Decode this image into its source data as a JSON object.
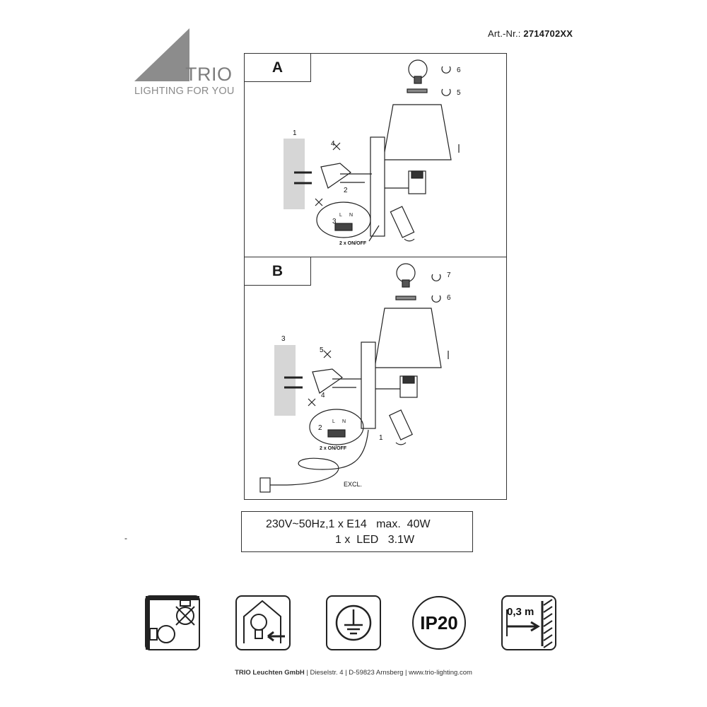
{
  "header": {
    "art_label": "Art.-Nr.:",
    "art_number": "2714702XX"
  },
  "logo": {
    "name": "TRIO",
    "tagline": "LIGHTING FOR YOU"
  },
  "section_a": {
    "label": "A",
    "callouts": [
      "1",
      "2",
      "3",
      "4",
      "5",
      "6"
    ],
    "wiring_label": "2 x ON/OFF",
    "terminal_l": "L",
    "terminal_n": "N"
  },
  "section_b": {
    "label": "B",
    "callouts": [
      "1",
      "2",
      "3",
      "4",
      "5",
      "6",
      "7"
    ],
    "wiring_label": "2 x ON/OFF",
    "terminal_l": "L",
    "terminal_n": "N",
    "excl_label": "EXCL."
  },
  "specs": {
    "line1": "230V~50Hz,1 x E14   max.  40W",
    "line2": "1 x  LED   3.1W",
    "stray_mark": "-"
  },
  "symbols": {
    "ip_rating": "IP20",
    "distance": "0,3 m",
    "icon_names": [
      "no-ceiling-mount-icon",
      "replaceable-bulb-icon",
      "protective-earth-icon",
      "ip20-icon",
      "min-distance-icon"
    ]
  },
  "footer": {
    "company": "TRIO  Leuchten  GmbH",
    "address": "Dieselstr. 4",
    "city": "D-59823 Arnsberg",
    "web": "www.trio-lighting.com",
    "sep": "|"
  }
}
